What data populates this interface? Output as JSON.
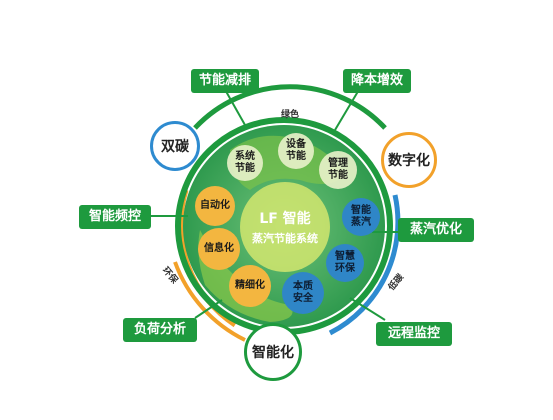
{
  "center": {
    "line1": "LF 智能",
    "line2": "蒸汽节能系统"
  },
  "ring_labels": {
    "top": "绿色",
    "left": "环保",
    "right": "低碳"
  },
  "nodes": {
    "device": "设备\n节能",
    "system": "系统\n节能",
    "management": "管理\n节能",
    "auto": "自动化",
    "smart_steam": "智能\n蒸汽",
    "info": "信息化",
    "smart_env": "智慧\n环保",
    "fine": "精细化",
    "quality": "本质\n安全"
  },
  "tags": {
    "energy_saving": "节能减排",
    "cost_down": "降本增效",
    "freq_control": "智能频控",
    "steam_opt": "蒸汽优化",
    "load_analysis": "负荷分析",
    "remote_monitor": "远程监控"
  },
  "circles": {
    "dual_carbon": "双碳",
    "digital": "数字化",
    "intelligent": "智能化"
  },
  "colors": {
    "green": "#1e9a3e",
    "orange": "#f2a12a",
    "blue": "#2e8bd0",
    "globe": "#3aa85a"
  }
}
